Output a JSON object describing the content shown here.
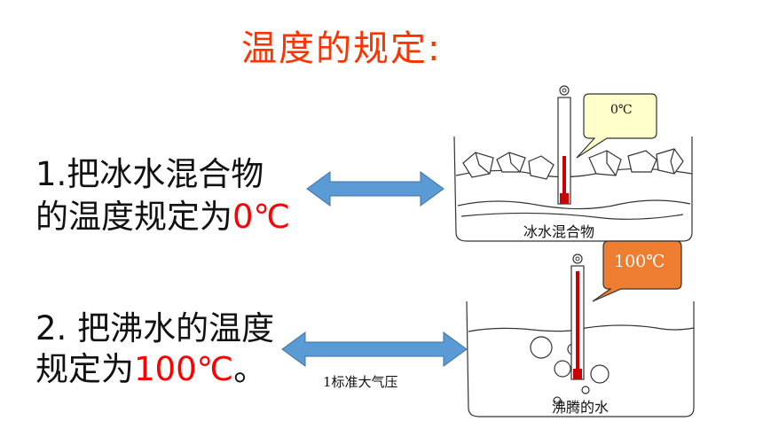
{
  "title": "温度的规定:",
  "rule1": {
    "line1": "1.把冰水混合物",
    "line2_prefix": "的温度规定为",
    "value": "0℃"
  },
  "rule2": {
    "line1": "2. 把沸水的温度",
    "line2_prefix": "规定为",
    "value": "100℃",
    "suffix": "。"
  },
  "diagram1": {
    "callout": "0℃",
    "caption": "冰水混合物"
  },
  "diagram2": {
    "callout": "100℃",
    "caption": "沸腾的水",
    "pressure_label": "1标准大气压"
  },
  "colors": {
    "title": "#ff3300",
    "highlight": "#ff0000",
    "arrow": "#5b9bd5",
    "callout_hot": "#ed7d31",
    "callout_cold": "#ffffcc",
    "mercury": "#cc0000"
  }
}
